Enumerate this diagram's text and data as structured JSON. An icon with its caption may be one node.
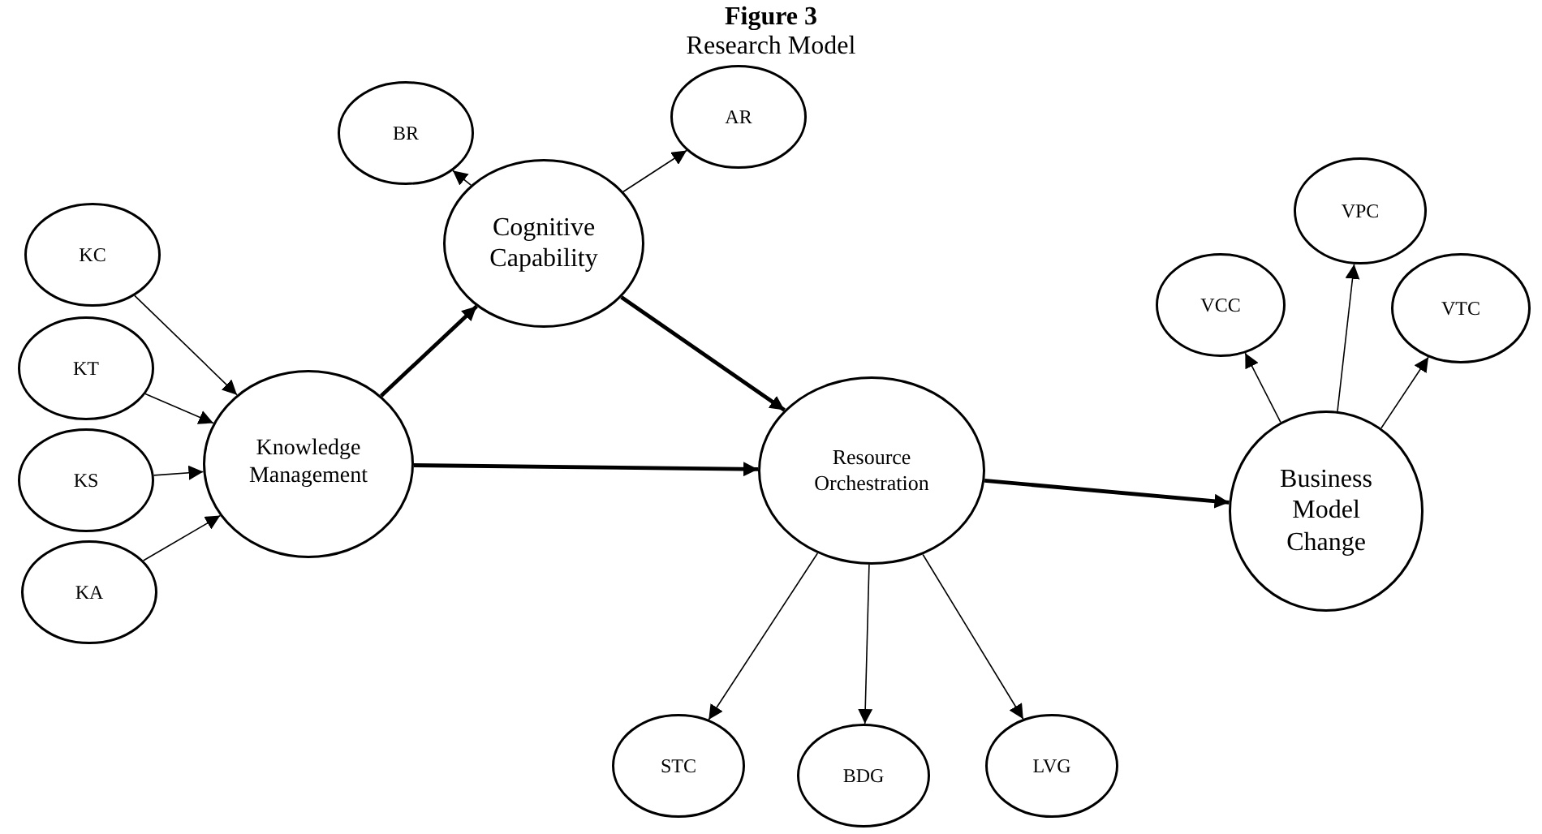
{
  "diagram": {
    "title": "Figure 3",
    "caption": "Research Model",
    "nodes": [
      {
        "text": [
          "BR"
        ]
      },
      {
        "text": [
          "AR"
        ]
      },
      {
        "text": [
          "Cognitive Capability"
        ]
      },
      {
        "text": [
          "KC"
        ]
      },
      {
        "text": [
          "KT"
        ]
      },
      {
        "text": [
          "Knowledge Management"
        ]
      },
      {
        "text": [
          "KS"
        ]
      },
      {
        "text": [
          "KA"
        ]
      },
      {
        "text": [
          "Resource Orchestration"
        ]
      },
      {
        "text": [
          "VCC"
        ]
      },
      {
        "text": [
          "VPC"
        ]
      },
      {
        "text": [
          "VTC"
        ]
      },
      {
        "text": [
          "Business Model Change"
        ]
      },
      {
        "text": [
          "STC"
        ]
      },
      {
        "text": [
          "BDG"
        ]
      },
      {
        "text": [
          "LVG"
        ]
      }
    ],
    "edges": [
      {
        "from": 2,
        "to": 0,
        "arrow": "to"
      },
      {
        "from": 2,
        "to": 1,
        "arrow": "to"
      },
      {
        "from": 3,
        "to": 5,
        "arrow": "to"
      },
      {
        "from": 4,
        "to": 5,
        "arrow": "to"
      },
      {
        "from": 6,
        "to": 5,
        "arrow": "to"
      },
      {
        "from": 7,
        "to": 5,
        "arrow": "to"
      },
      {
        "from": 5,
        "to": 2,
        "arrow": "to",
        "style": "thick"
      },
      {
        "from": 2,
        "to": 8,
        "arrow": "to",
        "style": "thick"
      },
      {
        "from": 5,
        "to": 8,
        "arrow": "to",
        "style": "thick"
      },
      {
        "from": 8,
        "to": 12,
        "arrow": "to",
        "style": "thick"
      },
      {
        "from": 8,
        "to": 13,
        "arrow": "to"
      },
      {
        "from": 8,
        "to": 14,
        "arrow": "to"
      },
      {
        "from": 8,
        "to": 15,
        "arrow": "to"
      },
      {
        "from": 12,
        "to": 9,
        "arrow": "to"
      },
      {
        "from": 12,
        "to": 10,
        "arrow": "to"
      },
      {
        "from": 12,
        "to": 11,
        "arrow": "to"
      }
    ]
  }
}
